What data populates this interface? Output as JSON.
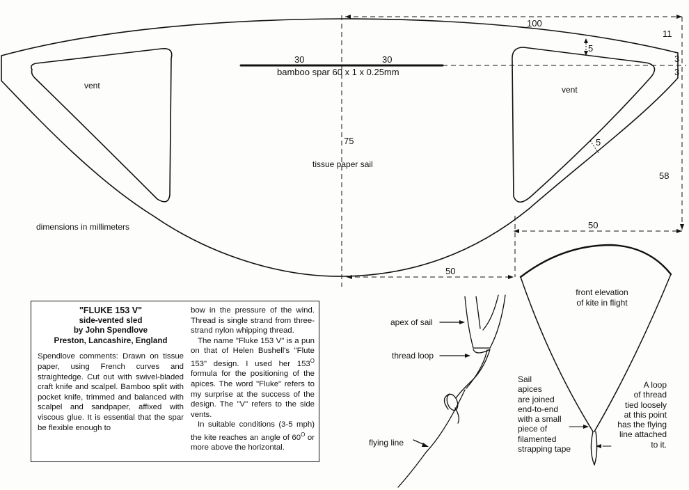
{
  "diagram": {
    "dimensions": {
      "top_arc": "100",
      "top_right_offset": "11",
      "vent_margin_top": "5",
      "edge_a": "3",
      "edge_b": "3",
      "spar_left": "30",
      "spar_right": "30",
      "center_height": "75",
      "vent_margin_side": "5",
      "right_height": "58",
      "half_width_right": "50",
      "half_width_bottom": "50"
    },
    "labels": {
      "bamboo_spar": "bamboo spar 60 x 1 x 0.25mm",
      "vent_left": "vent",
      "vent_right": "vent",
      "tissue_sail": "tissue paper sail",
      "units_note": "dimensions in millimeters"
    },
    "side_detail": {
      "apex_label": "apex of sail",
      "loop_label": "thread loop",
      "line_label": "flying line"
    },
    "front_elevation": {
      "title_lines": [
        "front elevation",
        "of kite in flight"
      ],
      "left_note_lines": [
        "Sail",
        "apices",
        "are joined",
        "end-to-end",
        "with a small",
        "piece of",
        "filamented",
        "strapping tape"
      ],
      "right_note_lines": [
        "A loop",
        "of thread",
        "tied loosely",
        "at this point",
        "has the flying",
        "line attached",
        "to it."
      ]
    }
  },
  "article": {
    "title": "\"FLUKE 153 V\"",
    "subtitle": "side-vented sled",
    "byline": "by John Spendlove",
    "location": "Preston, Lancashire, England",
    "col1_para": "Spendlove comments: Drawn on tissue paper, using French curves and straightedge. Cut out with swivel-bladed craft knife and scalpel. Bamboo split with pocket knife, trimmed and balanced with scalpel and sandpaper, affixed with viscous glue. It is essential that the spar be flexible enough to",
    "col2_p1": "bow in the pressure of the wind. Thread is single strand from three-strand nylon whipping thread.",
    "col2_p2_a": "The name \"Fluke 153 V\" is a pun on that of Helen Bushell's \"Flute 153\" design. I used her 153",
    "col2_p2_sup": "O",
    "col2_p2_b": " formula for the positioning of the apices. The word \"Fluke\" refers to my surprise at the success of the design. The \"V\" refers to the side vents.",
    "col2_p3_a": "In suitable conditions (3-5 mph) the kite reaches an angle of 60",
    "col2_p3_sup": "O",
    "col2_p3_b": " or more above the horizontal."
  }
}
